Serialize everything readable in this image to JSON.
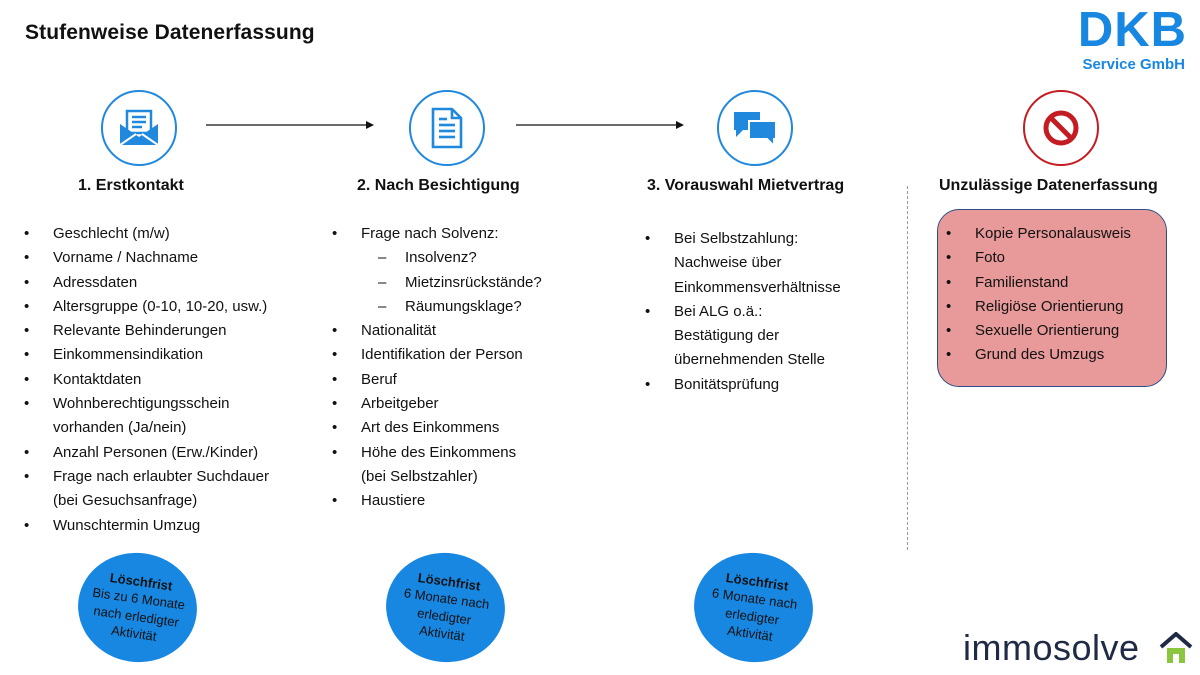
{
  "title": "Stufenweise Datenerfassung",
  "logo": {
    "main": "DKB",
    "sub": "Service GmbH",
    "color": "#1787e2"
  },
  "steps": [
    {
      "heading": "1. Erstkontakt",
      "icon": "envelope-icon",
      "items": [
        "Geschlecht (m/w)",
        "Vorname / Nachname",
        "Adressdaten",
        "Altersgruppe (0-10, 10-20, usw.)",
        "Relevante Behinderungen",
        "Einkommensindikation",
        "Kontaktdaten",
        "Wohnberechtigungsschein",
        "vorhanden (Ja/nein)",
        "Anzahl Personen (Erw./Kinder)",
        "Frage nach erlaubter Suchdauer",
        "(bei Gesuchsanfrage)",
        "Wunschtermin Umzug"
      ],
      "badge": {
        "title": "Löschfrist",
        "text": "Bis zu 6 Monate\nnach erledigter\nAktivität"
      }
    },
    {
      "heading": "2. Nach Besichtigung",
      "icon": "document-icon",
      "items": [
        "Frage nach Solvenz:",
        "Insolvenz?",
        "Mietzinsrückstände?",
        "Räumungsklage?",
        "Nationalität",
        "Identifikation der Person",
        "Beruf",
        "Arbeitgeber",
        "Art des Einkommens",
        "Höhe des Einkommens",
        "(bei Selbstzahler)",
        "Haustiere"
      ],
      "badge": {
        "title": "Löschfrist",
        "text": "6 Monate nach\nerledigter\nAktivität"
      }
    },
    {
      "heading": "3. Vorauswahl Mietvertrag",
      "icon": "chat-bubbles-icon",
      "items": [
        "Bei Selbstzahlung:",
        "Nachweise über",
        "Einkommensverhältnisse",
        "Bei ALG o.ä.:",
        "Bestätigung der",
        "übernehmenden Stelle",
        "Bonitätsprüfung"
      ],
      "badge": {
        "title": "Löschfrist",
        "text": "6 Monate nach\nerledigter\nAktivität"
      }
    }
  ],
  "forbidden": {
    "heading": "Unzulässige Datenerfassung",
    "icon": "prohibited-icon",
    "items": [
      "Kopie Personalausweis",
      "Foto",
      "Familienstand",
      "Religiöse Orientierung",
      "Sexuelle Orientierung",
      "Grund des Umzugs"
    ]
  },
  "footer_logo": {
    "text": "immosolve",
    "icon": "house-icon"
  },
  "colors": {
    "accent": "#1787e2",
    "forbidden_bg": "#e89a9a",
    "forbidden_icon": "#c41c23"
  }
}
